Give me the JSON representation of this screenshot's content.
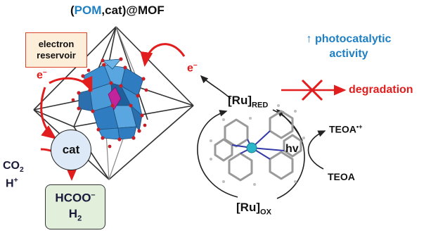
{
  "title": {
    "part1": "(",
    "pom": "POM",
    "part2": ",cat)@MOF"
  },
  "electron_reservoir": "electron\nreservoir",
  "electron_left": "e",
  "electron_left_sup": "–",
  "electron_right": "e",
  "electron_right_sup": "–",
  "cat": "cat",
  "co2": {
    "main": "CO",
    "sub": "2"
  },
  "hplus": {
    "main": "H",
    "sup": "+"
  },
  "product1": {
    "main": "HCOO",
    "sup": "–"
  },
  "product2": {
    "main": "H",
    "sub": "2"
  },
  "ru_red": {
    "main": "[Ru]",
    "sub": "RED"
  },
  "ru_ox": {
    "main": "[Ru]",
    "sub": "OX"
  },
  "hv": "hv",
  "teoa_radical": {
    "main": "TEOA",
    "sup": "•+"
  },
  "teoa": "TEOA",
  "degradation": "degradation",
  "photocatalytic": {
    "arrow": "↑",
    "line1": "photocatalytic",
    "line2": "activity"
  },
  "colors": {
    "blue": "#1e7fc3",
    "red": "#e21d1d",
    "polyhedra": "#3b8ed0",
    "atom": "#c4202a",
    "ru": "#2cb5c8"
  }
}
